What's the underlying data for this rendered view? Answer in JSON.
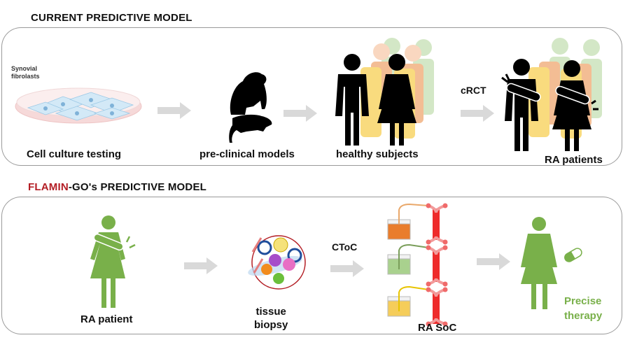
{
  "current_model": {
    "title": "CURRENT PREDICTIVE MODEL",
    "steps": [
      {
        "label": "Cell culture testing",
        "sublabel": "Synovial fibrolasts",
        "icon": "petri-dish-icon"
      },
      {
        "label": "pre-clinical models",
        "icon": "monkey-rat-icon"
      },
      {
        "label": "healthy subjects",
        "icon": "people-icon"
      },
      {
        "label": "RA patients",
        "arrow_label": "cRCT",
        "icon": "patients-icon"
      }
    ]
  },
  "flamingo_model": {
    "title_highlight": "FLAMIN",
    "title_rest": "-GO's PREDICTIVE MODEL",
    "steps": [
      {
        "label": "RA patient",
        "icon": "patient-icon"
      },
      {
        "label_line1": "tissue",
        "label_line2": "biopsy",
        "icon": "tissue-biopsy-icon"
      },
      {
        "label": "RA SoC",
        "arrow_label": "CToC",
        "icon": "synovium-on-chip-icon"
      },
      {
        "label_line1": "Precise",
        "label_line2": "therapy",
        "icon": "woman-pill-icon"
      }
    ]
  },
  "colors": {
    "brand_red": "#b31d24",
    "green": "#79b04a",
    "orange": "#e97d2c",
    "light_green": "#a9d18e",
    "yellow": "#f5cd5a",
    "arrow": "#d9d9d9"
  }
}
